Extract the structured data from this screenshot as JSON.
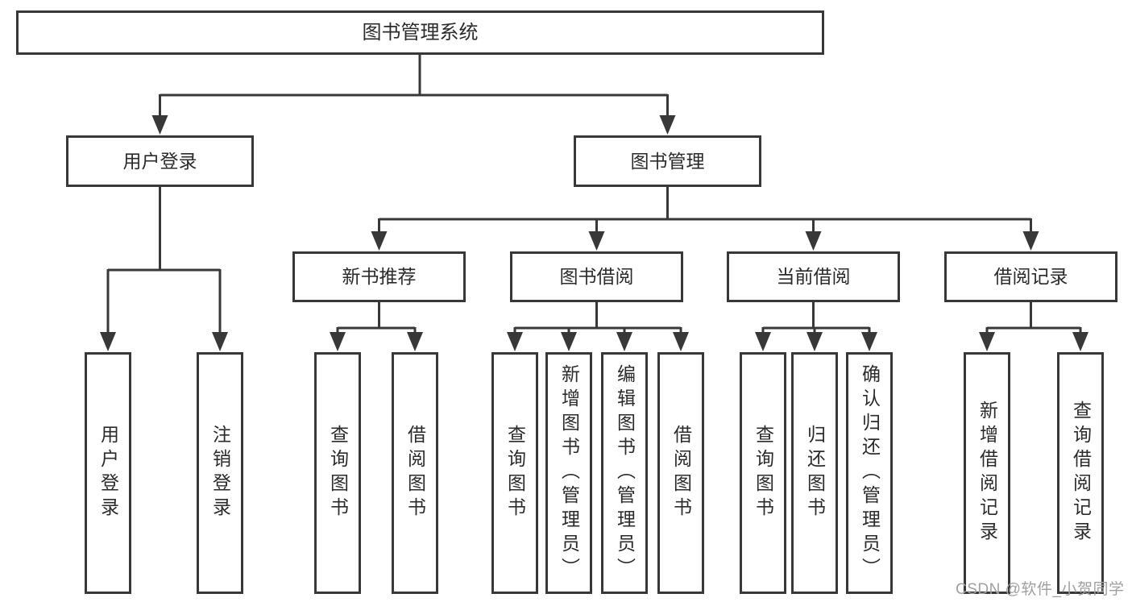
{
  "diagram": {
    "root": {
      "label": "图书管理系统"
    },
    "level2": [
      {
        "id": "user-login",
        "label": "用户登录"
      },
      {
        "id": "book-management",
        "label": "图书管理"
      }
    ],
    "level3": [
      {
        "id": "new-book-recommend",
        "label": "新书推荐"
      },
      {
        "id": "book-borrowing",
        "label": "图书借阅"
      },
      {
        "id": "current-borrowing",
        "label": "当前借阅"
      },
      {
        "id": "borrow-records",
        "label": "借阅记录"
      }
    ],
    "leaves": {
      "user_login": [
        {
          "label": "用户登录"
        },
        {
          "label": "注销登录"
        }
      ],
      "new_book_recommend": [
        {
          "label": "查询图书"
        },
        {
          "label": "借阅图书"
        }
      ],
      "book_borrowing": [
        {
          "label": "查询图书"
        },
        {
          "label": "新增图书（管理员）"
        },
        {
          "label": "编辑图书（管理员）"
        },
        {
          "label": "借阅图书"
        }
      ],
      "current_borrowing": [
        {
          "label": "查询图书"
        },
        {
          "label": "归还图书"
        },
        {
          "label": "确认归还（管理员）"
        }
      ],
      "borrow_records": [
        {
          "label": "新增借阅记录"
        },
        {
          "label": "查询借阅记录"
        }
      ]
    }
  },
  "watermark": {
    "text": "CSDN @软件_小贺同学"
  },
  "colors": {
    "line": "#383838",
    "box_border": "#383838",
    "text": "#2b2b2b",
    "watermark": "#a0a0a0",
    "background": "#ffffff"
  }
}
